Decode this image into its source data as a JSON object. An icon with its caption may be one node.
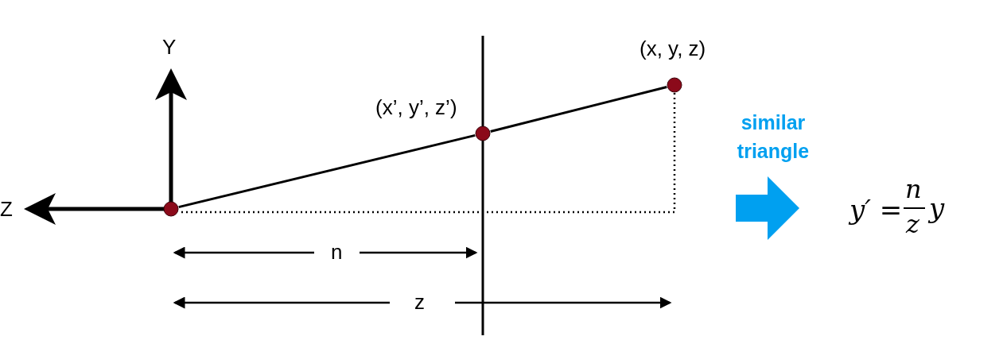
{
  "diagram": {
    "nodes": [
      {
        "text": [],
        "shape": "circle"
      },
      {
        "text": [
          "(x’, y’, z’)"
        ]
      },
      {
        "text": [
          "(x, y, z)"
        ]
      }
    ],
    "edges": [
      {
        "from": 0,
        "to": 1,
        "arrow": "none"
      },
      {
        "from": 1,
        "to": 2,
        "arrow": "none"
      },
      {
        "from": 2,
        "to": 0,
        "arrow": "none",
        "style": "dashed"
      }
    ],
    "labels": [
      "Y",
      "similar triangle",
      "Z",
      "y′ =",
      "n",
      "z",
      "y",
      "n",
      "z"
    ]
  }
}
